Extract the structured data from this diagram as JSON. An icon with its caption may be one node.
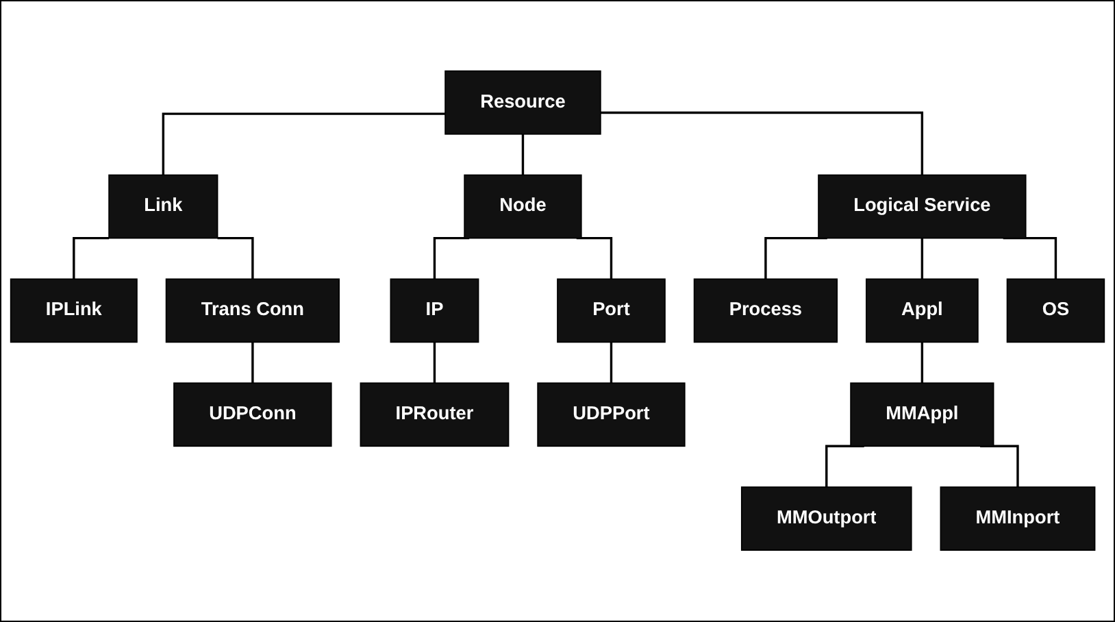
{
  "diagram": {
    "nodes": [
      {
        "text": [
          "Resource"
        ]
      },
      {
        "text": [
          "Link"
        ]
      },
      {
        "text": [
          "Node"
        ]
      },
      {
        "text": [
          "Logical Service"
        ]
      },
      {
        "text": [
          "IPLink"
        ]
      },
      {
        "text": [
          "Trans Conn"
        ]
      },
      {
        "text": [
          "IP"
        ]
      },
      {
        "text": [
          "Port"
        ]
      },
      {
        "text": [
          "Process"
        ]
      },
      {
        "text": [
          "Appl"
        ]
      },
      {
        "text": [
          "OS"
        ]
      },
      {
        "text": [
          "UDPConn"
        ]
      },
      {
        "text": [
          "IPRouter"
        ]
      },
      {
        "text": [
          "UDPPort"
        ]
      },
      {
        "text": [
          "MMAppl"
        ]
      },
      {
        "text": [
          "MMOutport"
        ]
      },
      {
        "text": [
          "MMInport"
        ]
      }
    ],
    "edges": [
      {
        "from": 0,
        "to": 1,
        "arrow": "none"
      },
      {
        "from": 0,
        "to": 2,
        "arrow": "none"
      },
      {
        "from": 0,
        "to": 3,
        "arrow": "none"
      },
      {
        "from": 1,
        "to": 4,
        "arrow": "none"
      },
      {
        "from": 1,
        "to": 5,
        "arrow": "none"
      },
      {
        "from": 2,
        "to": 6,
        "arrow": "none"
      },
      {
        "from": 2,
        "to": 7,
        "arrow": "none"
      },
      {
        "from": 3,
        "to": 8,
        "arrow": "none"
      },
      {
        "from": 3,
        "to": 9,
        "arrow": "none"
      },
      {
        "from": 3,
        "to": 10,
        "arrow": "none"
      },
      {
        "from": 5,
        "to": 11,
        "arrow": "none"
      },
      {
        "from": 6,
        "to": 12,
        "arrow": "none"
      },
      {
        "from": 7,
        "to": 13,
        "arrow": "none"
      },
      {
        "from": 9,
        "to": 14,
        "arrow": "none"
      },
      {
        "from": 14,
        "to": 15,
        "arrow": "none"
      },
      {
        "from": 14,
        "to": 16,
        "arrow": "none"
      }
    ]
  }
}
